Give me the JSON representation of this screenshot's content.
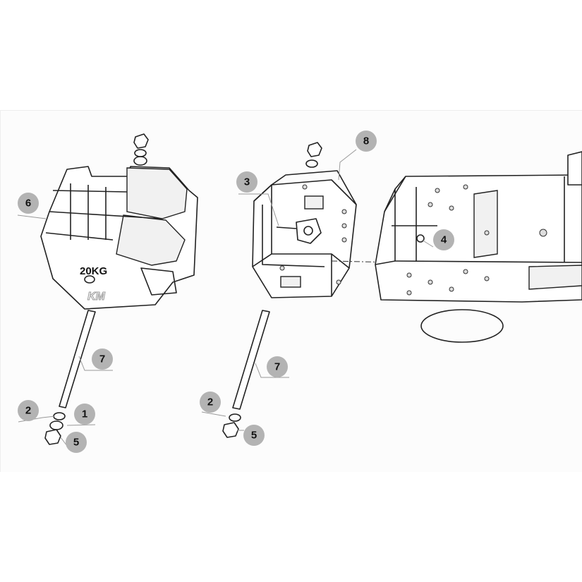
{
  "diagram": {
    "weight_label": "20KG",
    "logo_text": "KM",
    "callouts": [
      {
        "id": "callout-8",
        "number": "8"
      },
      {
        "id": "callout-3",
        "number": "3"
      },
      {
        "id": "callout-6",
        "number": "6"
      },
      {
        "id": "callout-4",
        "number": "4"
      },
      {
        "id": "callout-7a",
        "number": "7"
      },
      {
        "id": "callout-7b",
        "number": "7"
      },
      {
        "id": "callout-2a",
        "number": "2"
      },
      {
        "id": "callout-1",
        "number": "1"
      },
      {
        "id": "callout-5a",
        "number": "5"
      },
      {
        "id": "callout-2b",
        "number": "2"
      },
      {
        "id": "callout-5b",
        "number": "5"
      }
    ]
  }
}
